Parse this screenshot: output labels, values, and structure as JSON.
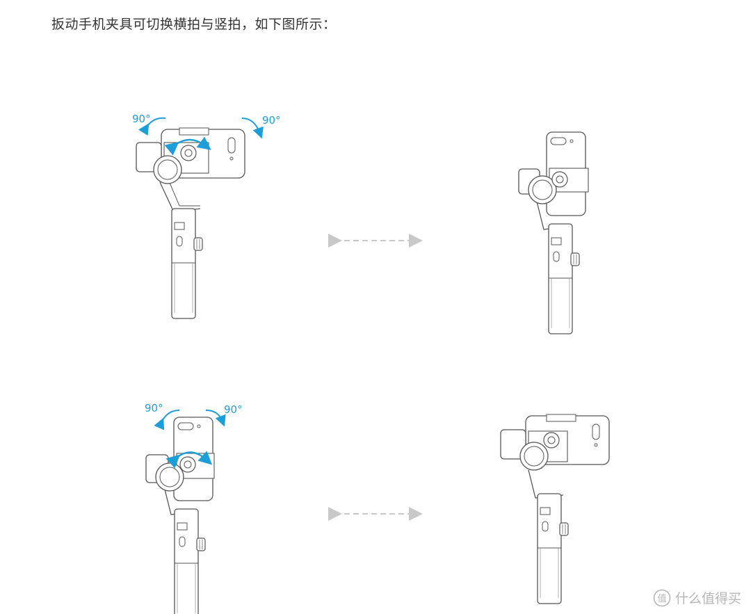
{
  "intro_text": "扳动手机夹具可切换横拍与竖拍，如下图所示：",
  "rotation_label": "90°",
  "accent_color": "#1c9fd9",
  "line_color": "#555555",
  "arrow_color": "#c8c8c8",
  "watermark_text": "什么值得买"
}
